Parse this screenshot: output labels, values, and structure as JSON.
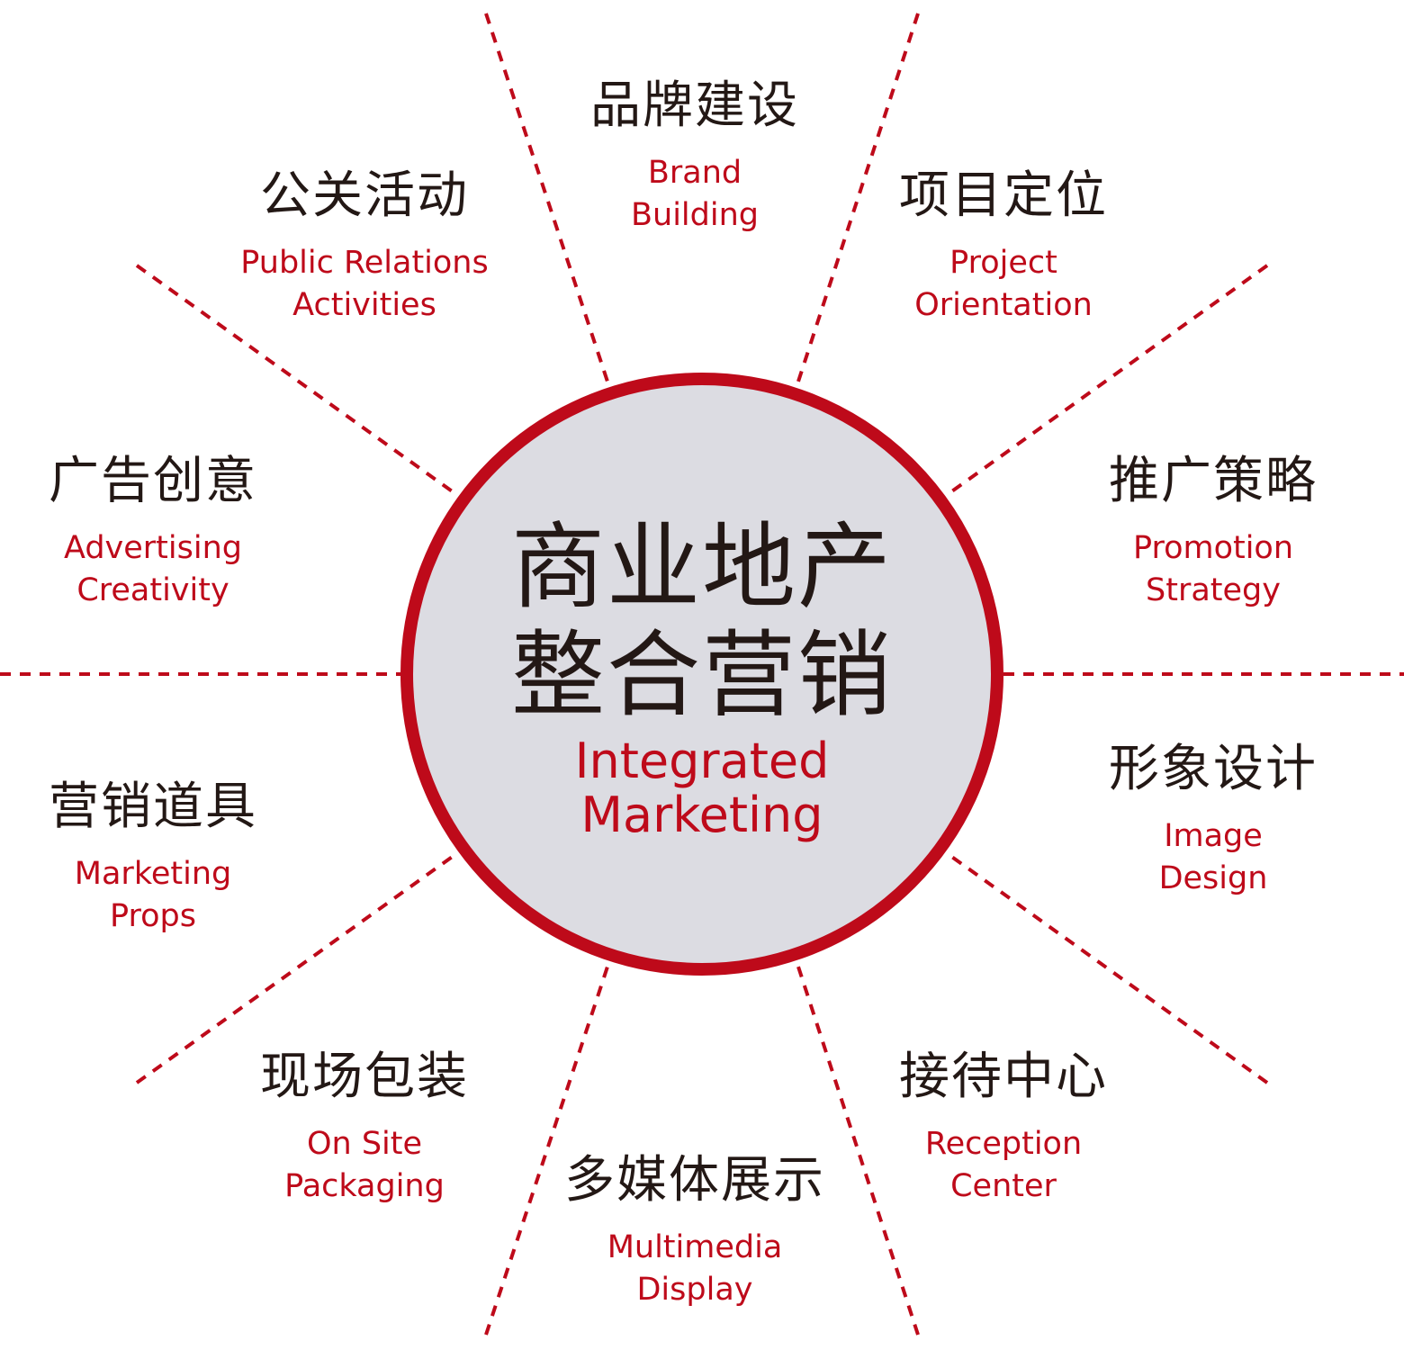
{
  "colors": {
    "accent": "#be0a1a",
    "circle_fill": "#dcdce2",
    "text": "#231815"
  },
  "center": {
    "zh_line1": "商业地产",
    "zh_line2": "整合营销",
    "en_line1": "Integrated",
    "en_line2": "Marketing"
  },
  "items": [
    {
      "zh": "品牌建设",
      "en1": "Brand",
      "en2": "Building"
    },
    {
      "zh": "公关活动",
      "en1": "Public Relations",
      "en2": "Activities"
    },
    {
      "zh": "项目定位",
      "en1": "Project",
      "en2": "Orientation"
    },
    {
      "zh": "广告创意",
      "en1": "Advertising",
      "en2": "Creativity"
    },
    {
      "zh": "推广策略",
      "en1": "Promotion",
      "en2": "Strategy"
    },
    {
      "zh": "营销道具",
      "en1": "Marketing",
      "en2": "Props"
    },
    {
      "zh": "形象设计",
      "en1": "Image",
      "en2": "Design"
    },
    {
      "zh": "现场包装",
      "en1": "On Site",
      "en2": "Packaging"
    },
    {
      "zh": "多媒体展示",
      "en1": "Multimedia",
      "en2": "Display"
    },
    {
      "zh": "接待中心",
      "en1": "Reception",
      "en2": "Center"
    }
  ]
}
